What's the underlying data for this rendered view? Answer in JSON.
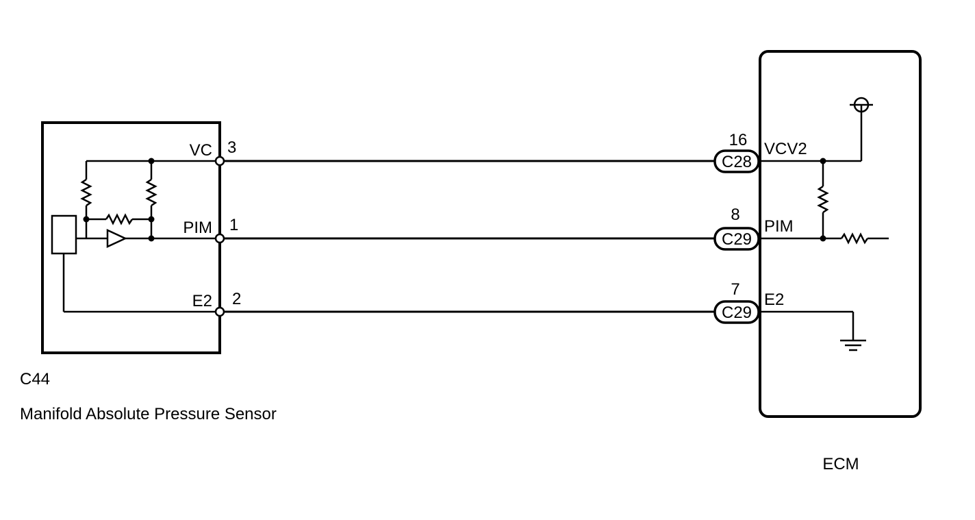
{
  "sensor": {
    "connector": "C44",
    "name": "Manifold Absolute Pressure Sensor",
    "pins": {
      "vc": {
        "label": "VC",
        "number": "3"
      },
      "pim": {
        "label": "PIM",
        "number": "1"
      },
      "e2": {
        "label": "E2",
        "number": "2"
      }
    }
  },
  "ecm": {
    "name": "ECM",
    "pins": {
      "vcv2": {
        "label": "VCV2",
        "number": "16",
        "connector": "C28"
      },
      "pim": {
        "label": "PIM",
        "number": "8",
        "connector": "C29"
      },
      "e2": {
        "label": "E2",
        "number": "7",
        "connector": "C29"
      }
    }
  }
}
